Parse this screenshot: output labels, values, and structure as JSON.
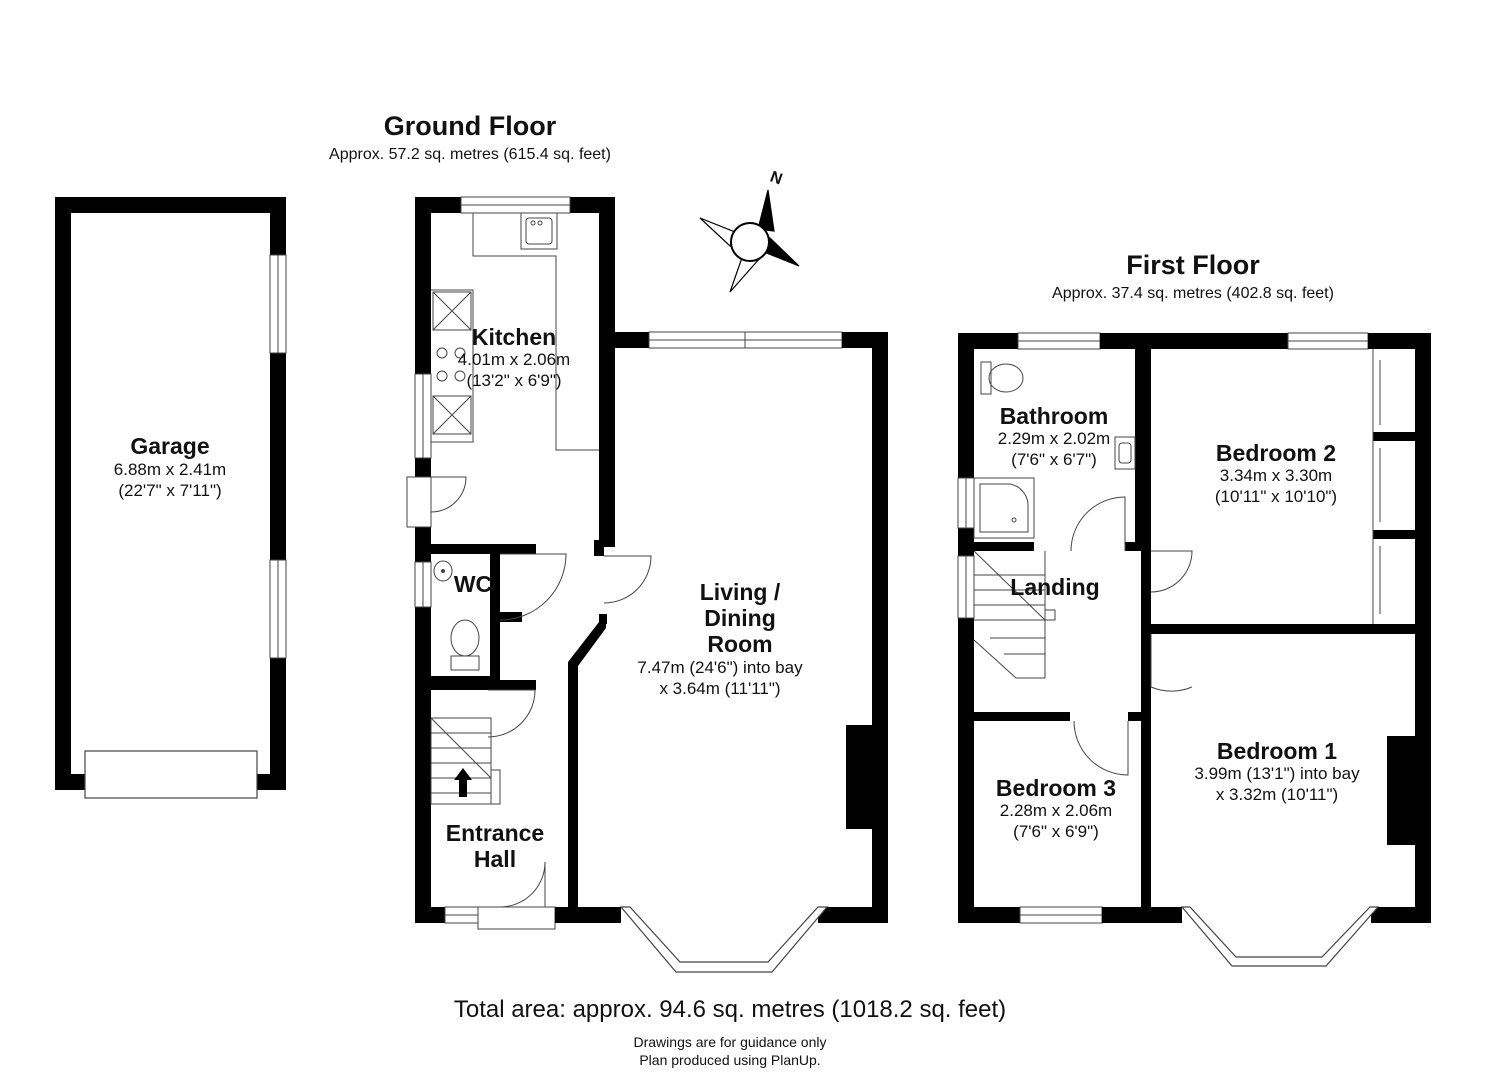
{
  "ground_floor": {
    "title": "Ground Floor",
    "area": "Approx. 57.2 sq. metres (615.4 sq. feet)"
  },
  "first_floor": {
    "title": "First Floor",
    "area": "Approx. 37.4 sq. metres (402.8 sq. feet)"
  },
  "rooms": {
    "garage": {
      "name": "Garage",
      "dim1": "6.88m x 2.41m",
      "dim2": "(22'7\" x 7'11\")"
    },
    "kitchen": {
      "name": "Kitchen",
      "dim1": "4.01m x 2.06m",
      "dim2": "(13'2\" x 6'9\")"
    },
    "wc": {
      "name": "WC"
    },
    "living": {
      "name1": "Living /",
      "name2": "Dining",
      "name3": "Room",
      "dim1": "7.47m (24'6\") into bay",
      "dim2": "x 3.64m (11'11\")"
    },
    "entrance": {
      "name1": "Entrance",
      "name2": "Hall"
    },
    "bathroom": {
      "name": "Bathroom",
      "dim1": "2.29m x 2.02m",
      "dim2": "(7'6\" x 6'7\")"
    },
    "bedroom2": {
      "name": "Bedroom 2",
      "dim1": "3.34m x 3.30m",
      "dim2": "(10'11\" x 10'10\")"
    },
    "landing": {
      "name": "Landing"
    },
    "bedroom3": {
      "name": "Bedroom 3",
      "dim1": "2.28m x 2.06m",
      "dim2": "(7'6\" x 6'9\")"
    },
    "bedroom1": {
      "name": "Bedroom 1",
      "dim1": "3.99m (13'1\") into bay",
      "dim2": "x 3.32m (10'11\")"
    }
  },
  "compass": {
    "north_label": "N"
  },
  "total_area": "Total area: approx. 94.6 sq. metres (1018.2 sq. feet)",
  "footer": {
    "line1": "Drawings are for guidance only",
    "line2": "Plan produced using PlanUp."
  },
  "colors": {
    "wall": "#000000",
    "line": "#444444",
    "background": "#ffffff"
  }
}
